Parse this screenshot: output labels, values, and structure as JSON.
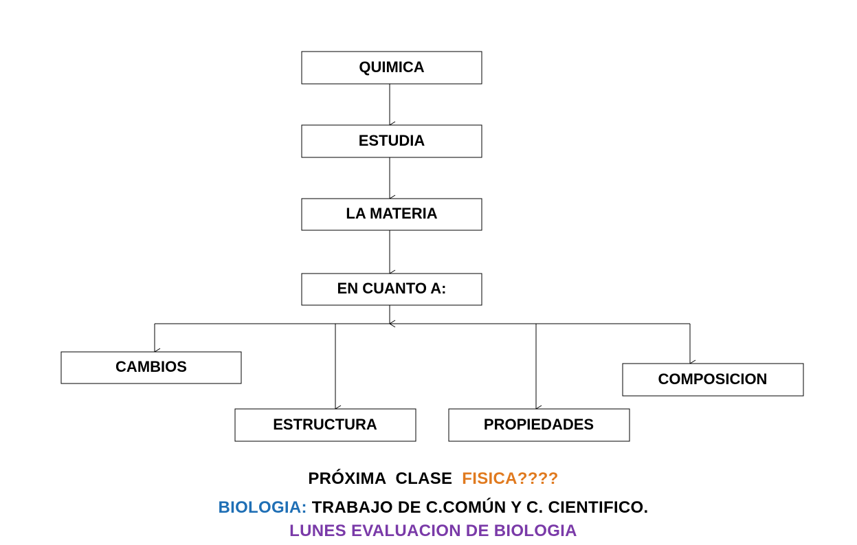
{
  "nodes": {
    "quimica": "QUIMICA",
    "estudia": "ESTUDIA",
    "materia": "LA MATERIA",
    "en_cuanto": "EN CUANTO A:",
    "cambios": "CAMBIOS",
    "estructura": "ESTRUCTURA",
    "propiedades": "PROPIEDADES",
    "composicion": "COMPOSICION"
  },
  "footer": {
    "line1_prefix": "PRÓXIMA  CLASE  ",
    "line1_highlight": "FISICA????",
    "line2_prefix": "BIOLOGIA:",
    "line2_rest": " TRABAJO DE C.COMÚN Y C. CIENTIFICO.",
    "line3": "LUNES EVALUACION DE BIOLOGIA"
  },
  "colors": {
    "text": "#000000",
    "highlight_orange": "#E07A1F",
    "highlight_blue": "#1F6FB5",
    "highlight_purple": "#7A3AA8"
  }
}
